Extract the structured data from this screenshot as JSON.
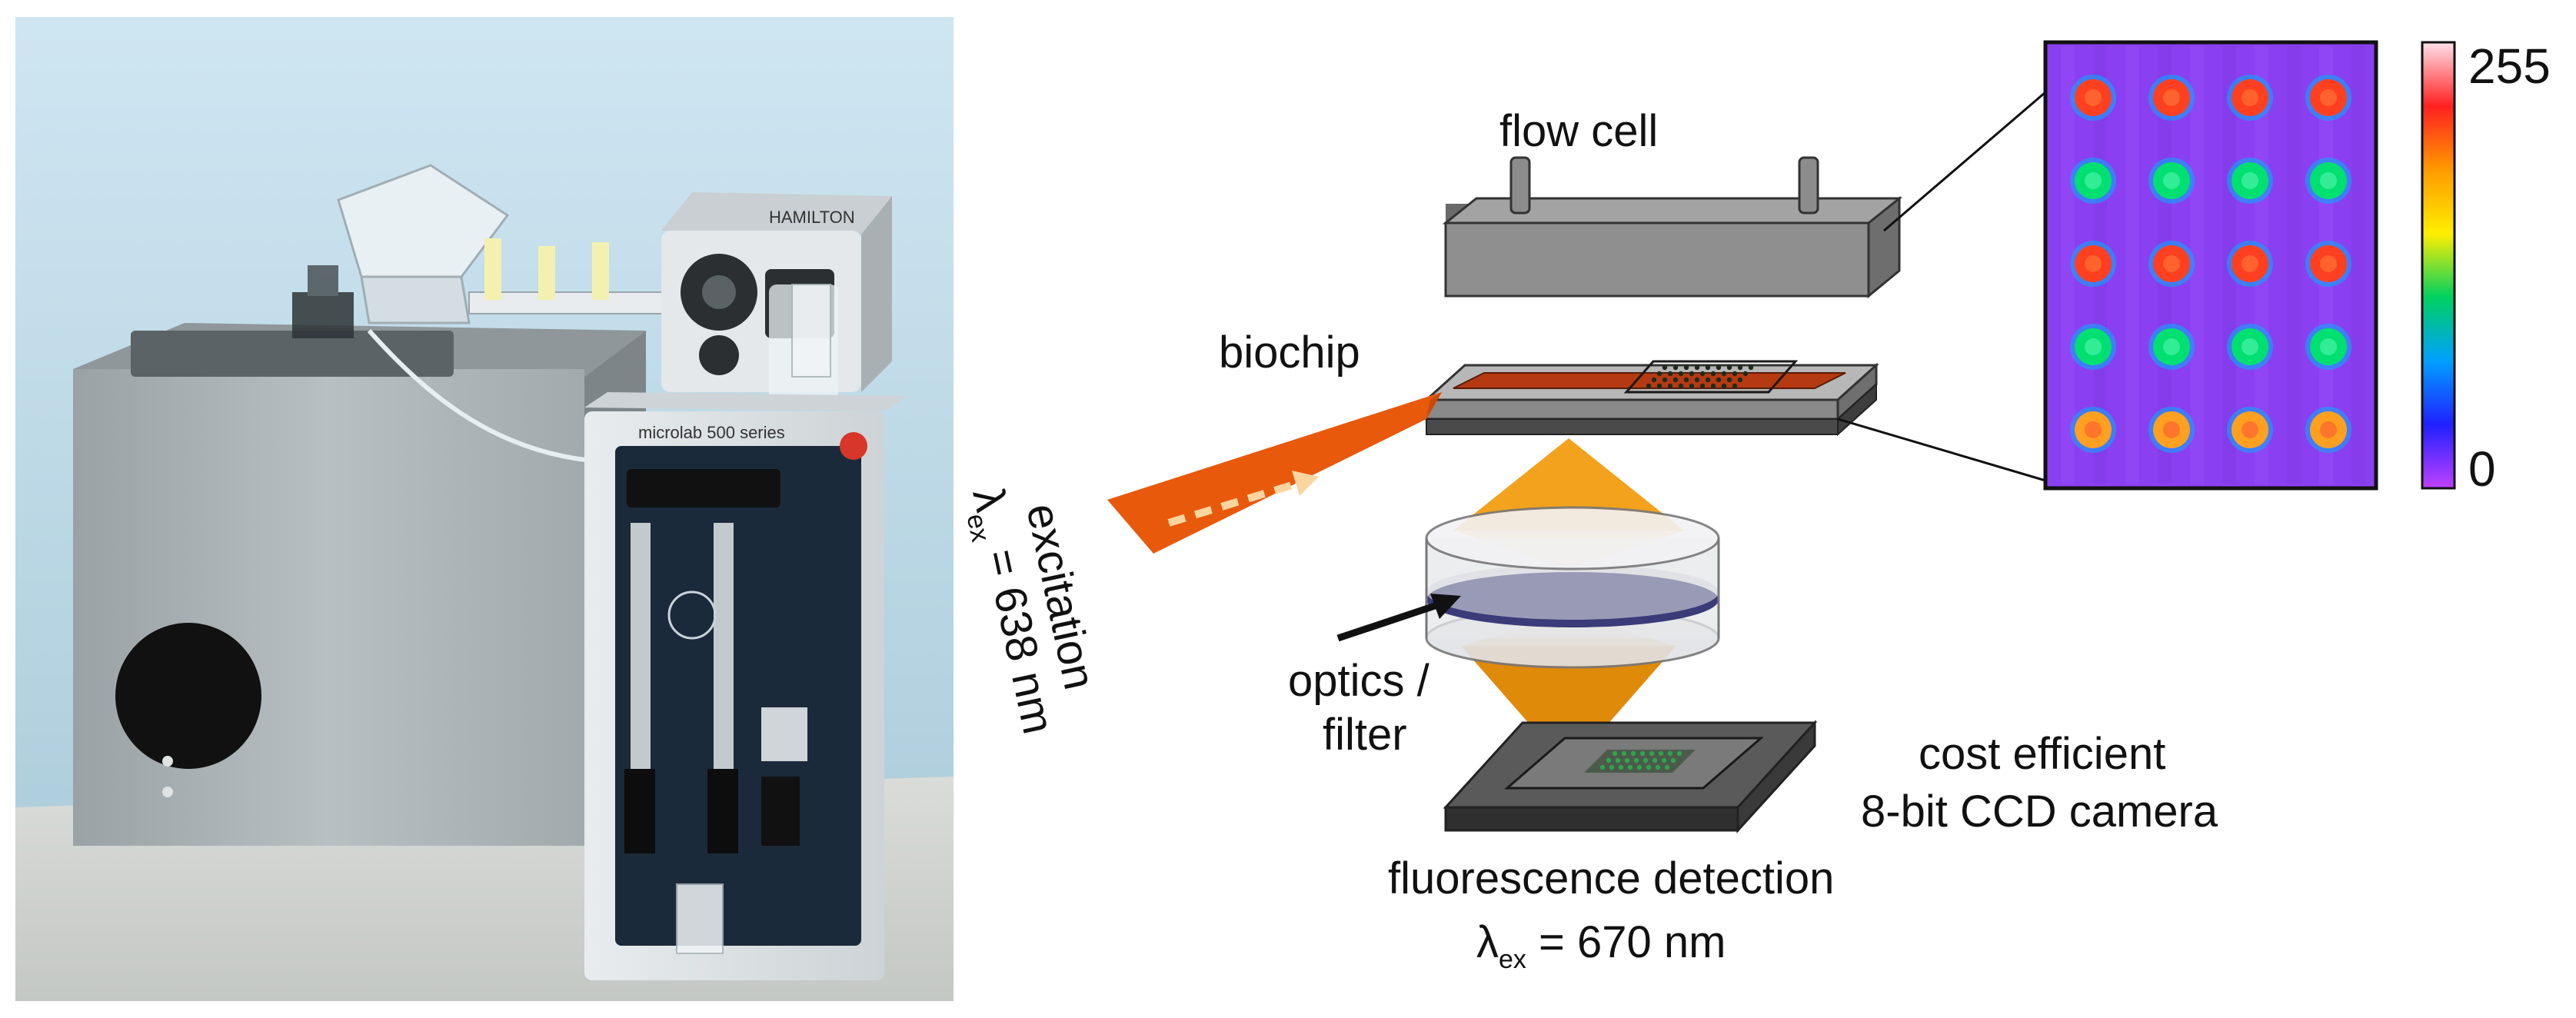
{
  "labels": {
    "flow_cell": "flow cell",
    "biochip": "biochip",
    "excitation_line1": "excitation",
    "excitation_lambda": "λ",
    "excitation_sub": "ex",
    "excitation_value": " = 638 nm",
    "optics_line1": "optics /",
    "optics_line2": "filter",
    "camera_line1": "cost efficient",
    "camera_line2": "8-bit CCD camera",
    "detection_line1": "fluorescence detection",
    "detection_lambda": "λ",
    "detection_sub": "ex",
    "detection_value": " = 670 nm",
    "photo_brand": "HAMILTON",
    "pump_brand": "microlab 500 series"
  },
  "colorbar": {
    "max_label": "255",
    "min_label": "0",
    "stops": [
      "#ffe0ea",
      "#ff2020",
      "#ff9a00",
      "#ffee00",
      "#00d060",
      "#00a0ff",
      "#2020ff",
      "#c040ff"
    ]
  },
  "spot_array": {
    "rows": 5,
    "cols": 4,
    "row_colors": [
      "#ff4020",
      "#00e070",
      "#ff4020",
      "#00e070",
      "#ffa020"
    ],
    "background": "#8a40f0"
  },
  "colors": {
    "excitation_beam": "#e8590c",
    "emission_cone": "#f59a0c",
    "biochip_channel": "#b53a12",
    "flow_cell_gray": "#8c8c8c",
    "filter_band": "#3b3b7a",
    "camera_dark": "#404040"
  }
}
